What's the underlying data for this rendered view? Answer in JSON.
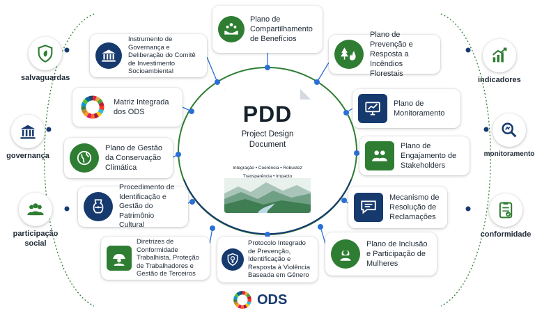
{
  "center": {
    "title": "PDD",
    "subtitle_line1": "Project Design",
    "subtitle_line2": "Document",
    "tags_line1": "Integração  •  Coerência  •  Robustez",
    "tags_line2": "Transparência  •  Impacto"
  },
  "left_items": [
    {
      "label": "salvaguardas",
      "icon": "shield-leaf-icon"
    },
    {
      "label": "governança",
      "icon": "institution-icon"
    },
    {
      "label": "participação social",
      "icon": "people-group-icon"
    }
  ],
  "right_items": [
    {
      "label": "indicadores",
      "icon": "bar-chart-icon"
    },
    {
      "label": "monitoramento",
      "icon": "magnifier-icon"
    },
    {
      "label": "conformidade",
      "icon": "checklist-icon"
    }
  ],
  "cards": {
    "beneficios": "Plano de Compartilhamento de Benefícios",
    "incendios": "Plano de Prevenção e Resposta a Incêndios Florestais",
    "monitoramento": "Plano de Monitoramento",
    "stakeholders": "Plano de Engajamento de Stakeholders",
    "reclamacoes": "Mecanismo de Resolução de Reclamações",
    "mulheres": "Plano de Inclusão e Participação de Mulheres",
    "violencia": "Protocolo Integrado de Prevenção, Identificação e Resposta à Violência Baseada em Gênero",
    "trabalhista": "Diretrizes de Conformidade Trabalhista, Proteção de Trabalhadores e Gestão de Terceiros",
    "patrimonio": "Procedimento de Identificação e Gestão do Patrimônio Cultural",
    "conservacao": "Plano de Gestão da Conservação Climática",
    "ods_matrix": "Matriz Integrada dos ODS",
    "governanca": "Instrumento de Governança e Deliberação do Comitê de Investimento Socioambiental"
  },
  "footer": {
    "label": "ODS"
  },
  "colors": {
    "green": "#2e7d32",
    "navy": "#173a6e",
    "ring": "#2e7d32",
    "dots": "#2a6fd6"
  }
}
